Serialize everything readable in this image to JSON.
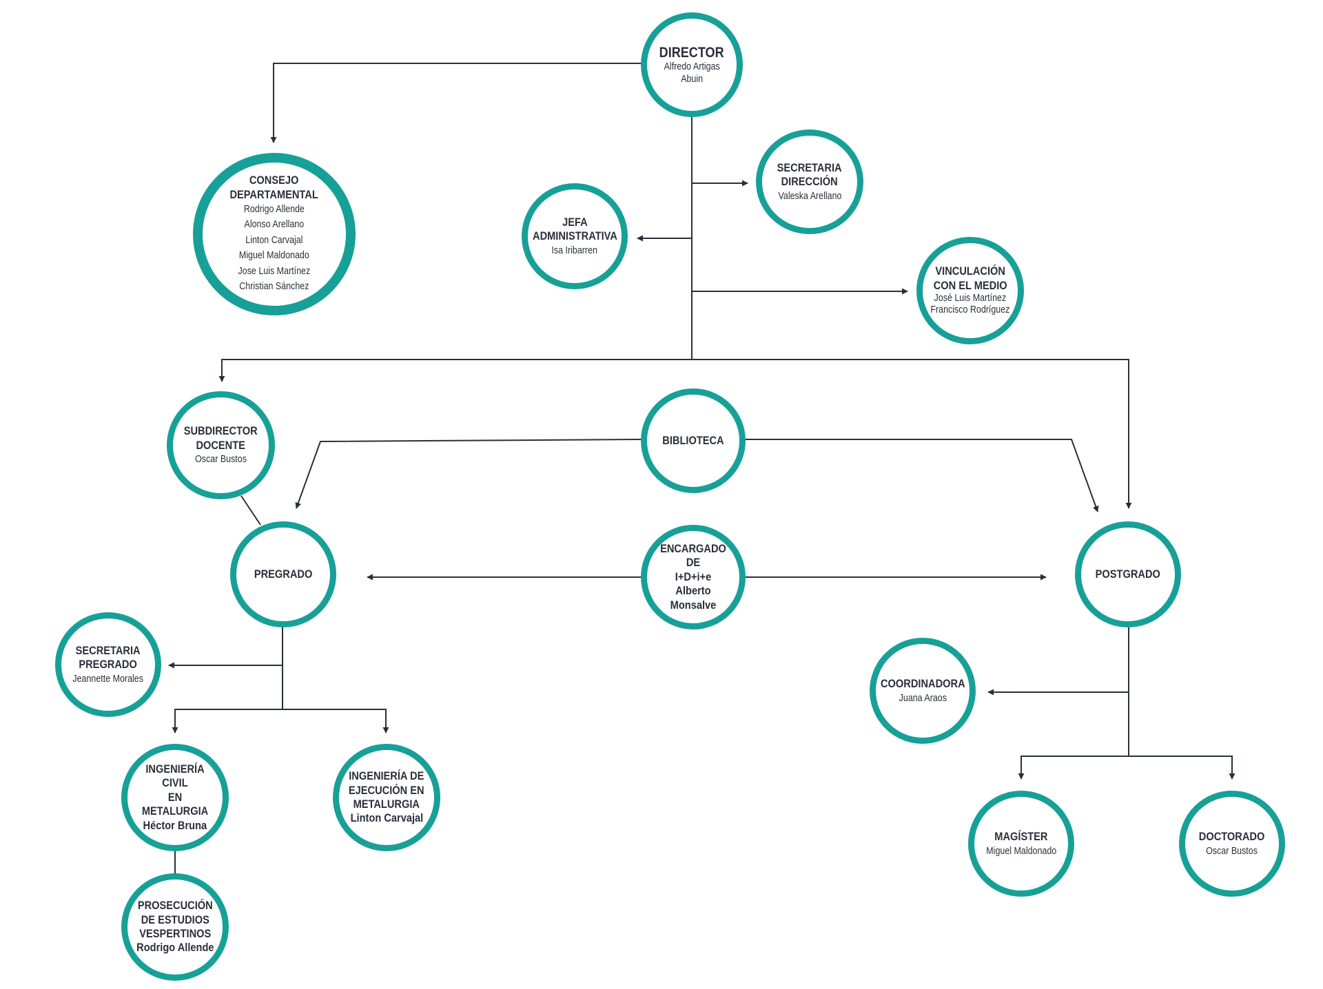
{
  "colors": {
    "ring": "#17a098",
    "line": "#2b2f3a",
    "text": "#2b2f3a"
  },
  "nodes": {
    "director": {
      "title": "DIRECTOR",
      "people": "Alfredo Artigas\nAbuin"
    },
    "consejo": {
      "title": "CONSEJO\nDEPARTAMENTAL",
      "people": "Rodrigo Allende\nAlonso Arellano\nLinton Carvajal\nMiguel Maldonado\nJose Luis Martínez\nChristian Sánchez"
    },
    "secretaria_direccion": {
      "title": "SECRETARIA\nDIRECCIÓN",
      "people": "Valeska Arellano"
    },
    "jefa_administrativa": {
      "title": "JEFA\nADMINISTRATIVA",
      "people": "Isa Iribarren"
    },
    "vinculacion": {
      "title": "VINCULACIÓN\nCON EL MEDIO",
      "people": "José Luis Martínez\nFrancisco Rodríguez"
    },
    "subdirector_docente": {
      "title": "SUBDIRECTOR\nDOCENTE",
      "people": "Oscar Bustos"
    },
    "biblioteca": {
      "title": "BIBLIOTECA",
      "people": ""
    },
    "pregrado": {
      "title": "PREGRADO",
      "people": ""
    },
    "encargado": {
      "title": "ENCARGADO DE\nI+D+i+e",
      "people": "Alberto Monsalve"
    },
    "postgrado": {
      "title": "POSTGRADO",
      "people": ""
    },
    "secretaria_pregrado": {
      "title": "SECRETARIA\nPREGRADO",
      "people": "Jeannette Morales"
    },
    "coordinadora": {
      "title": "COORDINADORA",
      "people": "Juana Araos"
    },
    "ing_civil": {
      "title": "INGENIERÍA CIVIL\nEN METALURGIA",
      "people": "Héctor Bruna"
    },
    "ing_ejecucion": {
      "title": "INGENIERÍA DE\nEJECUCIÓN EN\nMETALURGIA",
      "people": "Linton Carvajal"
    },
    "prosecucion": {
      "title": "PROSECUCIÓN\nDE ESTUDIOS\nVESPERTINOS",
      "people": "Rodrigo Allende"
    },
    "magister": {
      "title": "MAGÍSTER",
      "people": "Miguel Maldonado"
    },
    "doctorado": {
      "title": "DOCTORADO",
      "people": "Oscar Bustos"
    }
  }
}
